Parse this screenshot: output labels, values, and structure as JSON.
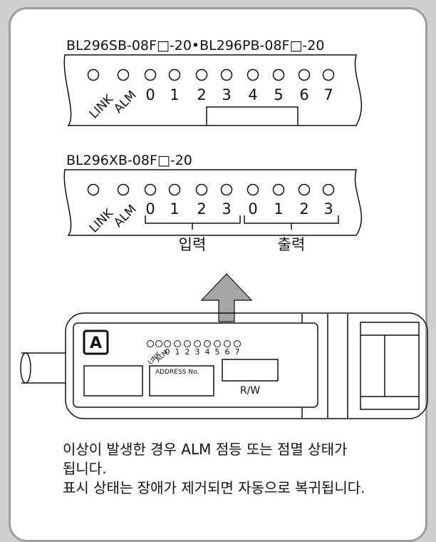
{
  "models": {
    "a": "BL296SB-08F□-20•BL296PB-08F□-20",
    "b": "BL296XB-08F□-20"
  },
  "leds": {
    "link": "LINK",
    "alm": "ALM",
    "digits_a": [
      "0",
      "1",
      "2",
      "3",
      "4",
      "5",
      "6",
      "7"
    ],
    "digits_b": [
      "0",
      "1",
      "2",
      "3",
      "0",
      "1",
      "2",
      "3"
    ]
  },
  "groups": {
    "input": "입력",
    "output": "출력"
  },
  "device": {
    "logo": "A",
    "address_label": "ADDRESS No.",
    "rw_label": "R/W"
  },
  "notes": {
    "line1": "이상이 발생한 경우 ALM 점등 또는 점멸 상태가",
    "line2": "됩니다.",
    "line3": "표시 상태는 장애가 제거되면 자동으로 복귀됩니다."
  },
  "colors": {
    "frame": "#9e9e9e",
    "arrow": "#a6a6a6",
    "ink": "#111111"
  }
}
